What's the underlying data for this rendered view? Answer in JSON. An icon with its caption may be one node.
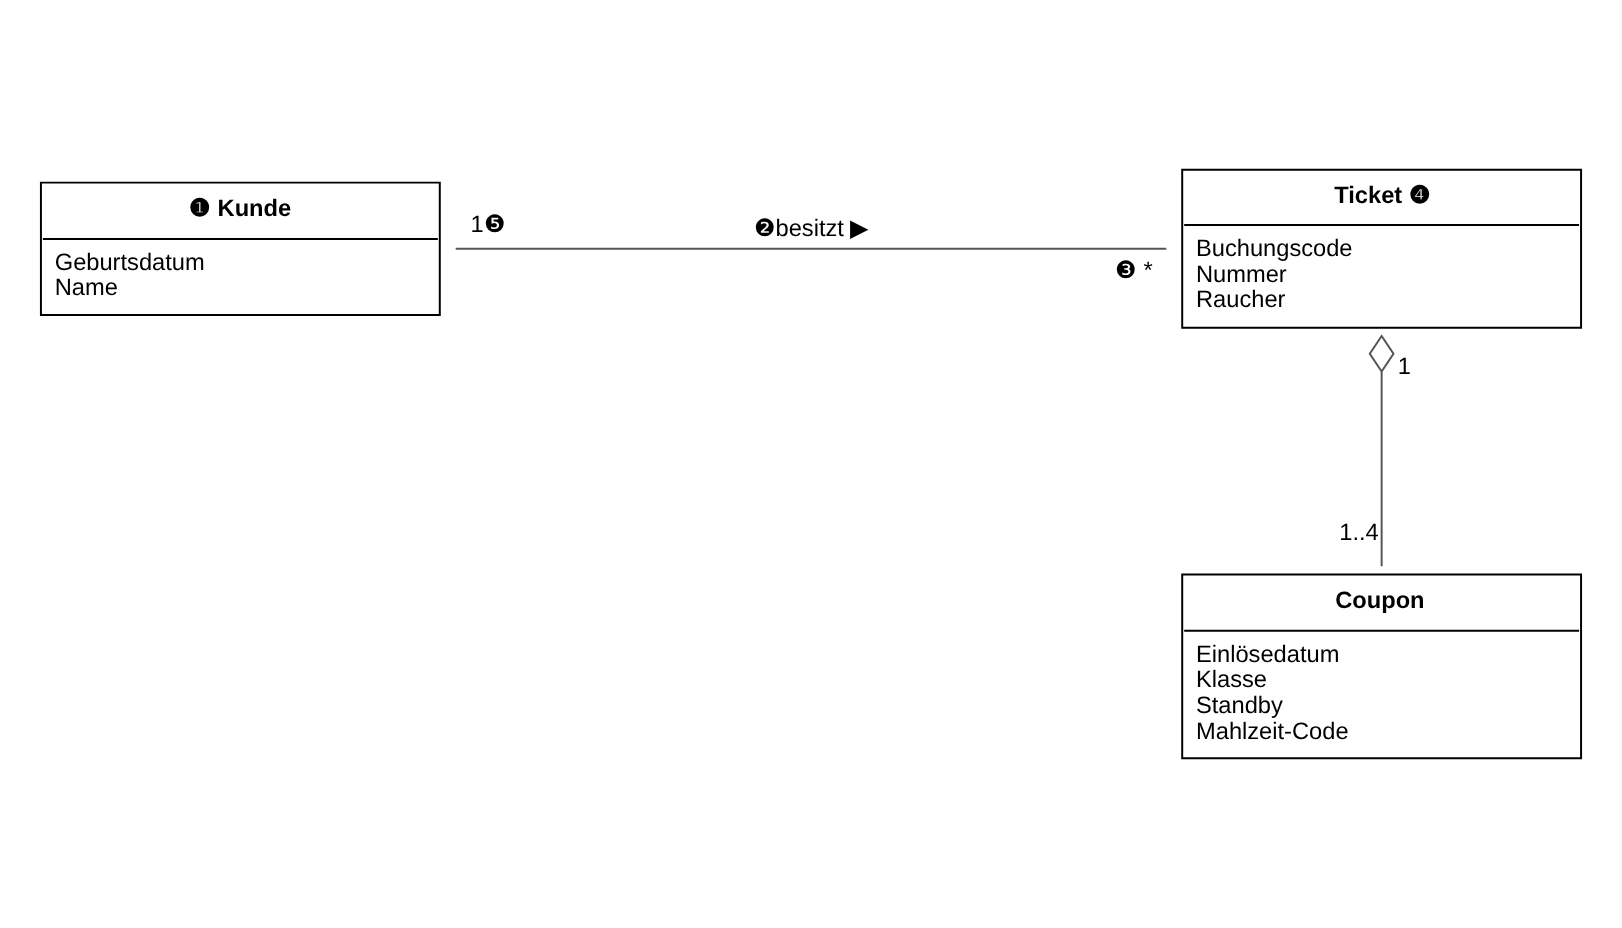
{
  "diagram": {
    "nodes": [
      {
        "text": [
          "❶ Kunde",
          "Geburtsdatum",
          "Name"
        ]
      },
      {
        "text": [
          "Ticket ❹",
          "Buchungscode",
          "Nummer",
          "Raucher"
        ]
      },
      {
        "text": [
          "Coupon",
          "Einlösedatum",
          "Klasse",
          "Standby",
          "Mahlzeit-Code"
        ]
      }
    ],
    "edges": [
      {
        "from": 0,
        "to": 1,
        "arrow": "none",
        "label": "❷besitzt ▶"
      },
      {
        "from": 1,
        "to": 2,
        "arrow": "other"
      }
    ],
    "labels": [
      "1❺",
      "❸ *",
      "1",
      "1..4"
    ]
  }
}
